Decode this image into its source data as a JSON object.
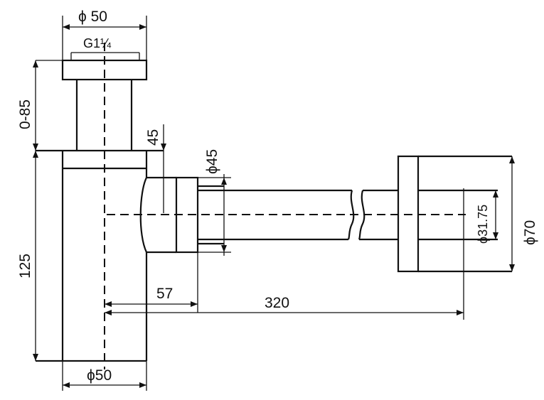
{
  "dimensions": {
    "top_diameter": "ϕ 50",
    "thread": "G1¼",
    "height_adjust": "0-85",
    "total_height": "125",
    "outlet_height": "45",
    "outlet_diameter": "ϕ45",
    "outlet_offset": "57",
    "length": "320",
    "pipe_diameter": "ϕ31.75",
    "flange_diameter": "ϕ70",
    "bottom_diameter": "ϕ50"
  }
}
